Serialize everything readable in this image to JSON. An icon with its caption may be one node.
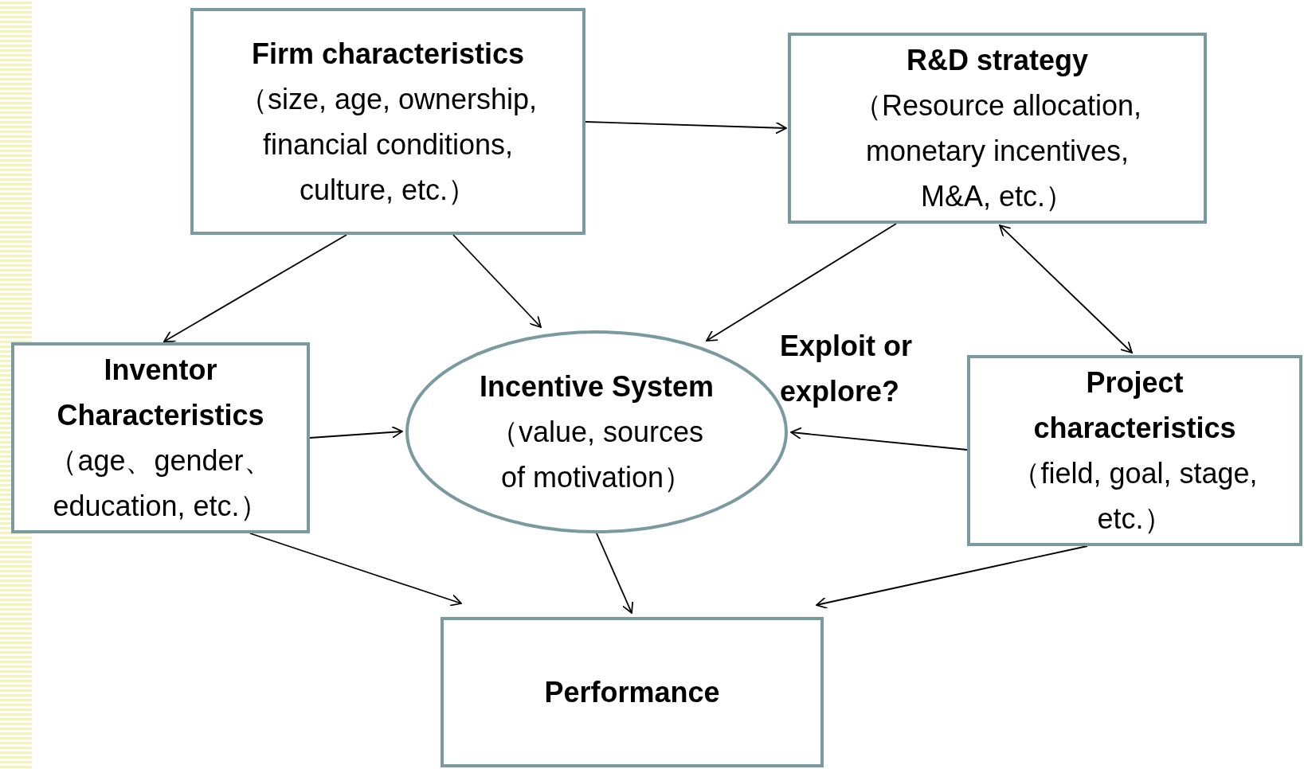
{
  "diagram": {
    "nodes": [
      {
        "text": [
          "Firm characteristics",
          "（size, age, ownership, financial conditions, culture, etc.）"
        ]
      },
      {
        "text": [
          "R&D strategy",
          "（Resource allocation, monetary incentives, M&A, etc.）"
        ]
      },
      {
        "text": [
          "Inventor Characteristics",
          "（age、gender、education, etc.）"
        ]
      },
      {
        "text": [
          "**Incentive System** （value, sources of motivation）"
        ]
      },
      {
        "text": [
          "Project characteristics",
          "（field, goal, stage, etc.）"
        ]
      },
      {
        "text": [
          "Performance"
        ]
      }
    ],
    "edges": [
      {
        "from": 0,
        "to": 1,
        "arrow": "to"
      },
      {
        "from": 0,
        "to": 2,
        "arrow": "to"
      },
      {
        "from": 0,
        "to": 3,
        "arrow": "to"
      },
      {
        "from": 1,
        "to": 3,
        "arrow": "to"
      },
      {
        "from": 1,
        "to": 4,
        "arrow": "both"
      },
      {
        "from": 4,
        "to": 3,
        "arrow": "to"
      },
      {
        "from": 2,
        "to": 3,
        "arrow": "to"
      },
      {
        "from": 2,
        "to": 5,
        "arrow": "to"
      },
      {
        "from": 3,
        "to": 5,
        "arrow": "to"
      },
      {
        "from": 4,
        "to": 5,
        "arrow": "to"
      }
    ],
    "labels": [
      "Exploit or explore?"
    ]
  }
}
